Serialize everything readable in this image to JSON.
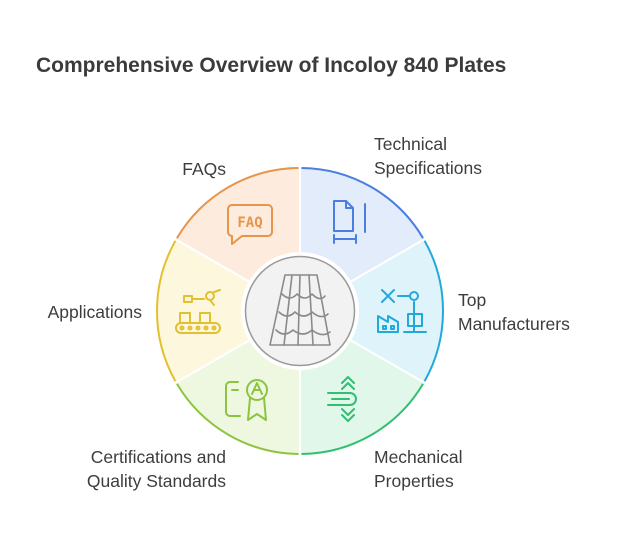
{
  "title": "Comprehensive Overview of Incoloy 840 Plates",
  "center": {
    "icon": "roof-tiles-icon"
  },
  "segments": [
    {
      "id": "technical-specifications",
      "lines": [
        "Technical",
        "Specifications"
      ],
      "icon": "document-ruler-icon",
      "fill": "#e3ecfb",
      "stroke": "#4a7ee0"
    },
    {
      "id": "top-manufacturers",
      "lines": [
        "Top",
        "Manufacturers"
      ],
      "icon": "factory-robot-arm-icon",
      "fill": "#dff3fb",
      "stroke": "#22a9dc"
    },
    {
      "id": "mechanical-properties",
      "lines": [
        "Mechanical",
        "Properties"
      ],
      "icon": "arrows-magnet-icon",
      "fill": "#e0f7ea",
      "stroke": "#32bf72"
    },
    {
      "id": "certifications",
      "lines": [
        "Certifications and",
        "Quality Standards"
      ],
      "icon": "certificate-badge-icon",
      "fill": "#eef8e1",
      "stroke": "#8cc440"
    },
    {
      "id": "applications",
      "lines": [
        "Applications"
      ],
      "icon": "conveyor-robot-icon",
      "fill": "#fdf7dd",
      "stroke": "#e2c02f"
    },
    {
      "id": "faqs",
      "lines": [
        "FAQs"
      ],
      "icon": "faq-chat-icon",
      "fill": "#fdebdd",
      "stroke": "#e6954b"
    }
  ]
}
